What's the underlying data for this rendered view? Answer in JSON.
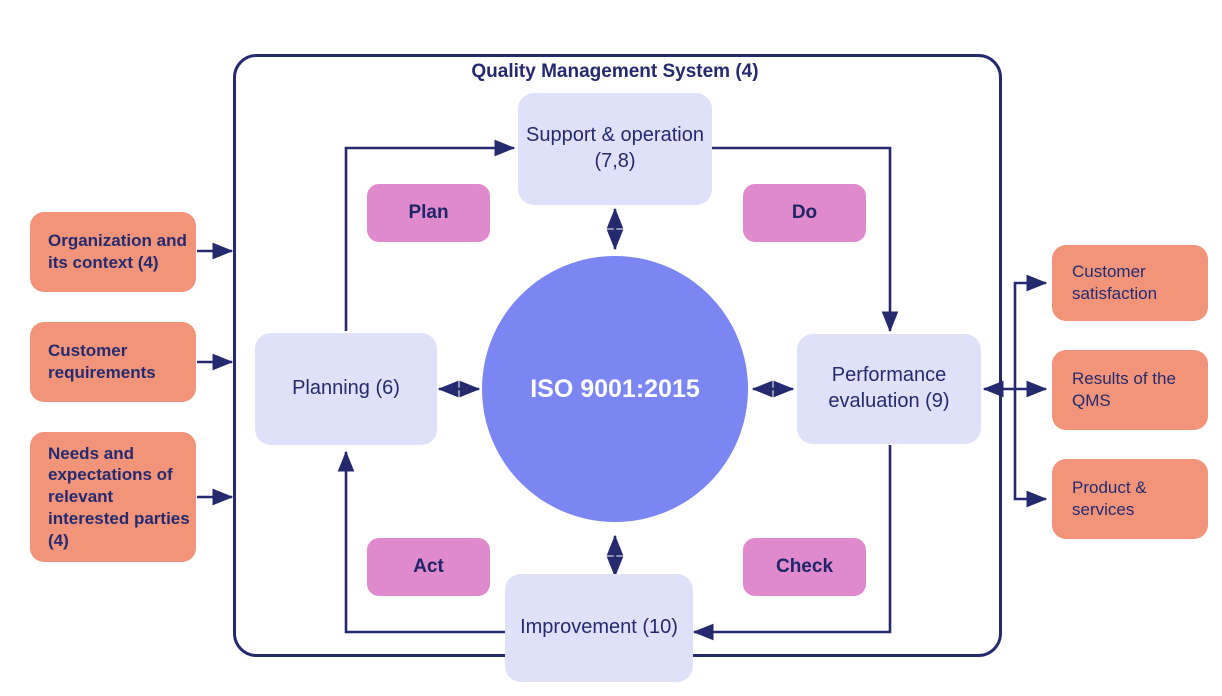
{
  "diagram": {
    "title": "Quality Management System (4)",
    "center": {
      "label": "ISO 9001:2015"
    },
    "colors": {
      "input_output_fill": "#f29479",
      "process_fill": "#dfe0fa",
      "pdca_fill": "#e08ace",
      "circle_fill": "#7b86f2",
      "line_stroke": "#252a6e",
      "text_dark": "#252a6e",
      "text_light": "#ffffff"
    },
    "inputs": [
      {
        "label": "Organization and its context (4)"
      },
      {
        "label": "Customer requirements"
      },
      {
        "label": "Needs and expectations of relevant interested parties (4)"
      }
    ],
    "outputs": [
      {
        "label": "Customer satisfaction"
      },
      {
        "label": "Results of the QMS"
      },
      {
        "label": "Product & services"
      }
    ],
    "processes": [
      {
        "id": "support",
        "label": "Support & operation (7,8)"
      },
      {
        "id": "planning",
        "label": "Planning (6)"
      },
      {
        "id": "performance",
        "label": "Performance evaluation (9)"
      },
      {
        "id": "improvement",
        "label": "Improvement (10)"
      }
    ],
    "pdca": [
      {
        "id": "plan",
        "label": "Plan"
      },
      {
        "id": "do",
        "label": "Do"
      },
      {
        "id": "check",
        "label": "Check"
      },
      {
        "id": "act",
        "label": "Act"
      }
    ]
  }
}
